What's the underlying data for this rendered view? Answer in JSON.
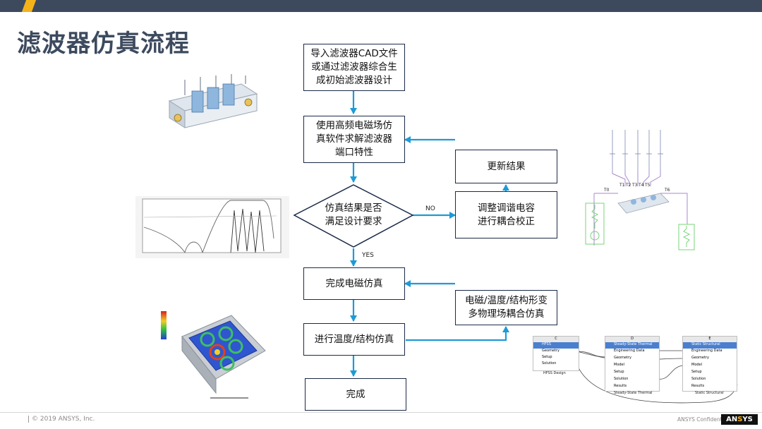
{
  "page_title": "滤波器仿真流程",
  "flow": {
    "step1": "导入滤波器CAD文件\n或通过滤波器综合生\n成初始滤波器设计",
    "step2": "使用高频电磁场仿\n真软件求解滤波器\n端口特性",
    "decision": "仿真结果是否\n满足设计要求",
    "update": "更新结果",
    "adjust": "调整调谐电容\n进行耦合校正",
    "em_done": "完成电磁仿真",
    "multiphysics": "电磁/温度/结构形变\n多物理场耦合仿真",
    "thermal": "进行温度/结构仿真",
    "finish": "完成",
    "no_label": "NO",
    "yes_label": "YES"
  },
  "circuit": {
    "ports": [
      "T1",
      "T2",
      "T3",
      "T4",
      "T5"
    ],
    "left_port": "T0",
    "right_port": "T6"
  },
  "workbench": {
    "systems": [
      {
        "letter": "C",
        "title": "HFSS",
        "rows": [
          "Geometry",
          "Setup",
          "Solution"
        ],
        "caption": "HFSS Design"
      },
      {
        "letter": "D",
        "title": "Steady-State Thermal",
        "rows": [
          "Engineering Data",
          "Geometry",
          "Model",
          "Setup",
          "Solution",
          "Results"
        ],
        "caption": "Steady-State Thermal"
      },
      {
        "letter": "E",
        "title": "Static Structural",
        "rows": [
          "Engineering Data",
          "Geometry",
          "Model",
          "Setup",
          "Solution",
          "Results"
        ],
        "caption": "Static Structural"
      }
    ]
  },
  "footer": {
    "copyright": "© 2019 ANSYS, Inc.",
    "confidential": "ANSYS Confidential",
    "logo_a": "AN",
    "logo_b": "S",
    "logo_c": "YS"
  },
  "colors": {
    "arrow": "#1f9ad6",
    "box_border": "#1b2a47",
    "header": "#3d4a5e",
    "accent": "#f5b31a"
  }
}
